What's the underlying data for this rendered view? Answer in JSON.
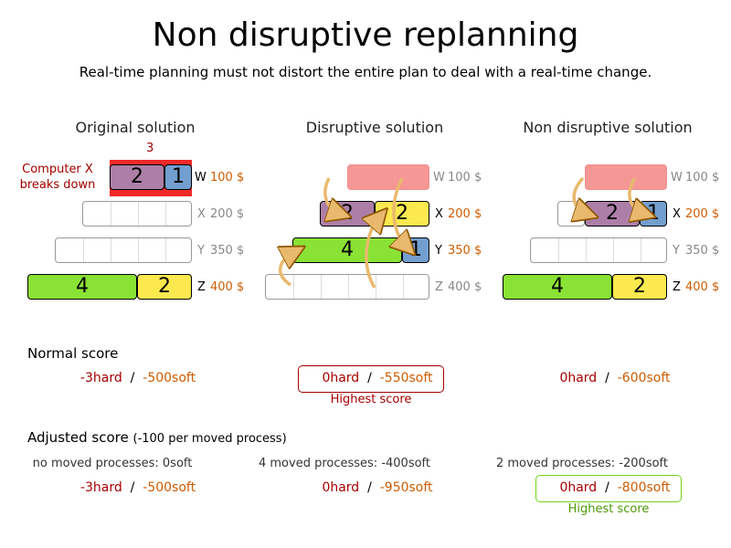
{
  "title": "Non disruptive replanning",
  "subtitle": "Real-time planning must not distort the entire plan to deal with a real-time change.",
  "columns": {
    "original": "Original solution",
    "disruptive": "Disruptive solution",
    "nondisruptive": "Non disruptive solution"
  },
  "computers": [
    {
      "name": "W",
      "cost": "100 $"
    },
    {
      "name": "X",
      "cost": "200 $"
    },
    {
      "name": "Y",
      "cost": "350 $"
    },
    {
      "name": "Z",
      "cost": "400 $"
    }
  ],
  "breakdown": {
    "label_line1": "Computer X",
    "label_line2": "breaks down",
    "overload": "3"
  },
  "processes": {
    "p4": "4",
    "p2": "2",
    "p1": "1"
  },
  "normal_score": {
    "heading": "Normal score",
    "original": {
      "hard": "-3hard",
      "soft": "-500soft"
    },
    "disruptive": {
      "hard": "0hard",
      "soft": "-550soft"
    },
    "nondisruptive": {
      "hard": "0hard",
      "soft": "-600soft"
    },
    "highest_label": "Highest score"
  },
  "adjusted_score": {
    "heading": "Adjusted score",
    "heading_note": "(-100 per moved process)",
    "original_moves": "no moved processes: 0soft",
    "disruptive_moves": "4 moved processes: -400soft",
    "nondisruptive_moves": "2 moved processes: -200soft",
    "original": {
      "hard": "-3hard",
      "soft": "-500soft"
    },
    "disruptive": {
      "hard": "0hard",
      "soft": "-950soft"
    },
    "nondisruptive": {
      "hard": "0hard",
      "soft": "-800soft"
    },
    "highest_label": "Highest score"
  },
  "separator": "/",
  "colors": {
    "hard": "#a40000",
    "soft": "#ce5c00",
    "p4": "#8ae234",
    "p2": "#fce94f",
    "p1": "#729fcf",
    "p2x": "#ad7fa8",
    "broken": "#f59795",
    "red_frame": "#ef2929",
    "green_frame": "#73d216",
    "arrow": "#e9b96e"
  }
}
